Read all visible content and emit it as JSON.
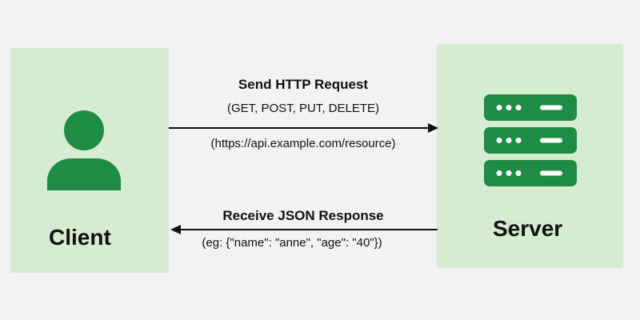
{
  "client": {
    "label": "Client",
    "icon": "user-icon"
  },
  "server": {
    "label": "Server",
    "icon": "server-rack-icon"
  },
  "request": {
    "title": "Send HTTP Request",
    "methods": "(GET, POST, PUT, DELETE)",
    "url": "(https://api.example.com/resource)",
    "direction": "client-to-server"
  },
  "response": {
    "title": "Receive JSON Response",
    "example": "(eg: {\"name\": \"anne\", \"age\": \"40\"})",
    "direction": "server-to-client"
  },
  "colors": {
    "panel_background": "#d5ecd0",
    "icon_green": "#1e8c45",
    "canvas_background": "#f2f2f2",
    "arrow": "#111111",
    "text": "#111111"
  }
}
